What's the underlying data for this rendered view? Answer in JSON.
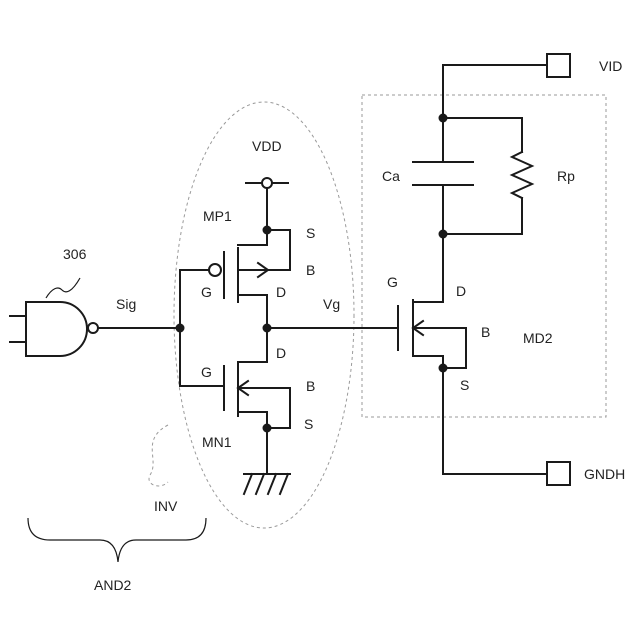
{
  "labels": {
    "ref_306": "306",
    "sig": "Sig",
    "vdd": "VDD",
    "mp1": "MP1",
    "mp1_s": "S",
    "mp1_b": "B",
    "mp1_g": "G",
    "mp1_d": "D",
    "vg": "Vg",
    "mn1_g": "G",
    "mn1_d": "D",
    "mn1_b": "B",
    "mn1_s": "S",
    "mn1": "MN1",
    "inv": "INV",
    "and2": "AND2",
    "vid": "VID",
    "ca": "Ca",
    "rp": "Rp",
    "md2_g": "G",
    "md2_d": "D",
    "md2_b": "B",
    "md2_s": "S",
    "md2": "MD2",
    "gndh": "GNDH"
  },
  "colors": {
    "line": "#1a1a1a",
    "dashed_outline": "#9a9a9a",
    "background": "#ffffff"
  }
}
